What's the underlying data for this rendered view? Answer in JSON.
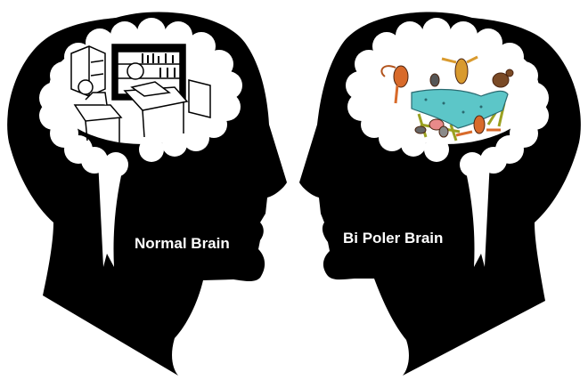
{
  "labels": {
    "left": "Normal Brain",
    "right": "Bi Poler Brain"
  },
  "heads": {
    "left": {
      "facing": "right",
      "thought_scene": "children-reading-in-library"
    },
    "right": {
      "facing": "left",
      "thought_scene": "monkeys-jumping-on-bed"
    }
  },
  "colors": {
    "silhouette": "#000000",
    "background": "#ffffff",
    "label_text": "#ffffff",
    "mattress": "#5cc6c8",
    "bed_frame": "#c8d23a",
    "monkey_orange": "#d86a2a",
    "monkey_gold": "#d99a2e",
    "monkey_brown": "#7a4a26",
    "monkey_gray": "#8a8a8a"
  }
}
